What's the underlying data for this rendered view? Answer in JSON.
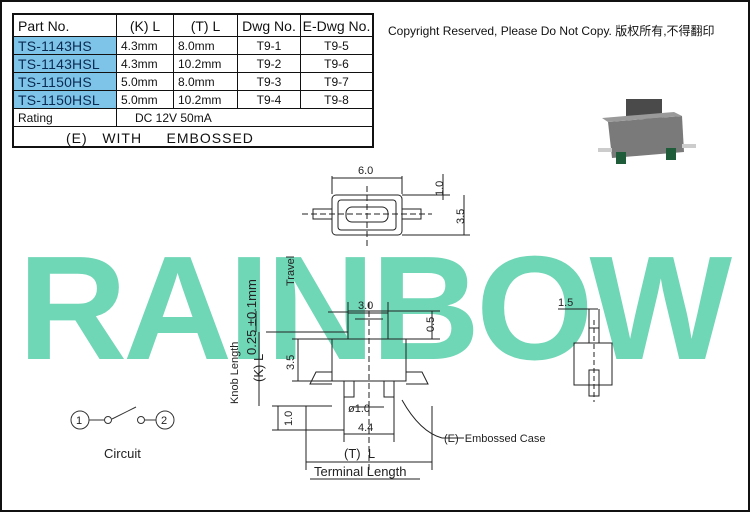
{
  "table": {
    "headers": [
      "Part No.",
      "(K) L",
      "(T) L",
      "Dwg No.",
      "E-Dwg No."
    ],
    "rows": [
      [
        "TS-1143HS",
        "4.3mm",
        "8.0mm",
        "T9-1",
        "T9-5"
      ],
      [
        "TS-1143HSL",
        "4.3mm",
        "10.2mm",
        "T9-2",
        "T9-6"
      ],
      [
        "TS-1150HS",
        "5.0mm",
        "8.0mm",
        "T9-3",
        "T9-7"
      ],
      [
        "TS-1150HSL",
        "5.0mm",
        "10.2mm",
        "T9-4",
        "T9-8"
      ]
    ],
    "rating_label": "Rating",
    "rating_value": "DC 12V 50mA",
    "note": "(E)   WITH     EMBOSSED"
  },
  "copyright": "Copyright Reserved, Please Do Not Copy. 版权所有,不得翻印",
  "watermark": "RAINBOW",
  "drawing": {
    "dim_top_width": "6.0",
    "dim_top_height1": "1.0",
    "dim_top_height2": "3.5",
    "travel": "0.25 ±0.1mm",
    "travel_label": "Travel",
    "knob_length": "(K)  L",
    "knob_length_label": "Knob Length",
    "dim_knob_width": "3.0",
    "dim_knob_gap": "0.5",
    "dim_body_height": "3.5",
    "dim_lead": "1.0",
    "dim_pin_dia": "ø1.0",
    "dim_pin_pitch": "4.4",
    "terminal_length_value": "(T)  L",
    "terminal_length_label": "Terminal Length",
    "emboss_label": "(E)  Embossed Case",
    "side_dim": "1.5",
    "circuit_label": "Circuit",
    "circuit_pin1": "1",
    "circuit_pin2": "2"
  },
  "colors": {
    "watermark": "#6fd6b6",
    "part_cell": "#7ec4e8",
    "component_body": "#5a5a5a",
    "component_pins": "#1f5c3a"
  }
}
